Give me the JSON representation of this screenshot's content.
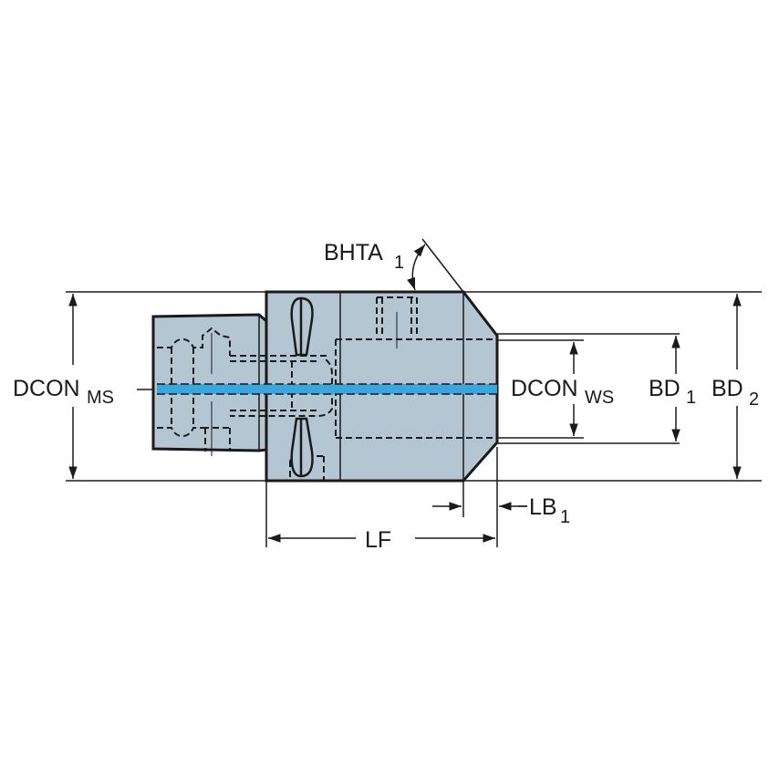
{
  "diagram": {
    "title": "Modular tool adapter dimension drawing",
    "colors": {
      "body_fill": "#b4c6d2",
      "outline": "#1a1a1a",
      "coolant": "#3aa6dc",
      "background": "#ffffff"
    },
    "labels": {
      "dcon_ms": {
        "main": "DCON",
        "sub": "MS"
      },
      "dcon_ws": {
        "main": "DCON",
        "sub": "WS"
      },
      "bd1": {
        "main": "BD",
        "sub": "1"
      },
      "bd2": {
        "main": "BD",
        "sub": "2"
      },
      "bhta1": {
        "main": "BHTA",
        "sub": "1"
      },
      "lb1": {
        "main": "LB",
        "sub": "1"
      },
      "lf": {
        "main": "LF"
      }
    }
  }
}
